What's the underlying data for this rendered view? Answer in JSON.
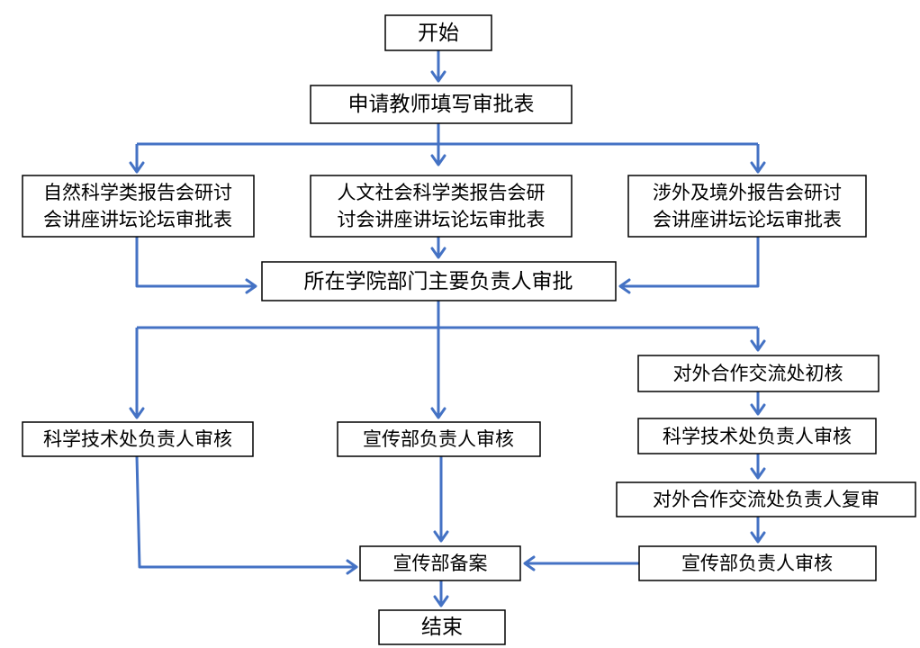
{
  "flow": {
    "start": "开始",
    "apply": "申请教师填写审批表",
    "form_science_line1": "自然科学类报告会研讨",
    "form_science_line2": "会讲座讲坛论坛审批表",
    "form_humanities_line1": "人文社会科学类报告会研",
    "form_humanities_line2": "讨会讲座讲坛论坛审批表",
    "form_foreign_line1": "涉外及境外报告会研讨",
    "form_foreign_line2": "会讲座讲坛论坛审批表",
    "dept_approval": "所在学院部门主要负责人审批",
    "foreign_initial": "对外合作交流处初核",
    "sci_review_left": "科学技术处负责人审核",
    "publicity_review_mid": "宣传部负责人审核",
    "sci_review_right": "科学技术处负责人审核",
    "foreign_recheck": "对外合作交流处负责人复审",
    "publicity_filing": "宣传部备案",
    "publicity_review_right": "宣传部负责人审核",
    "end": "结束"
  },
  "colors": {
    "connector": "#4472C4",
    "box_border": "#000000",
    "background": "#ffffff"
  }
}
